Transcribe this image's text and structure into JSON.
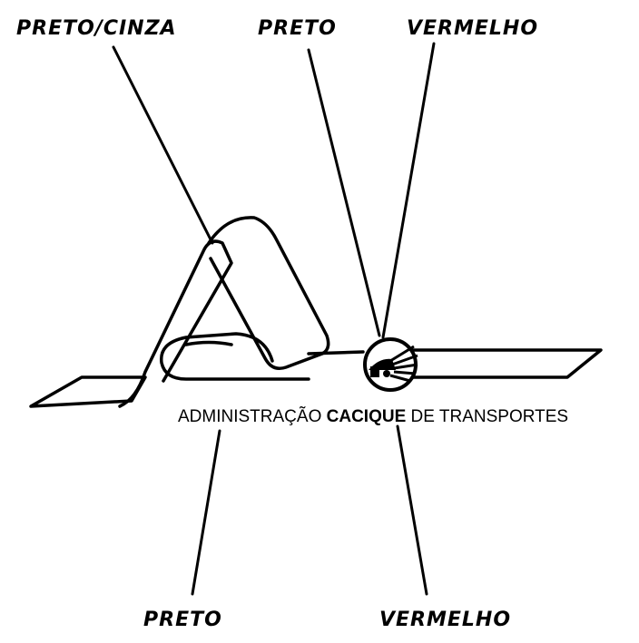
{
  "annotations": {
    "top_left": "PRETO/CINZA",
    "top_middle": "PRETO",
    "top_right": "VERMELHO",
    "bottom_left": "PRETO",
    "bottom_right": "VERMELHO"
  },
  "logo_text": {
    "part1": "ADMINISTRAÇÃO",
    "part2": "CACIQUE",
    "part3": "DE TRANSPORTES"
  }
}
